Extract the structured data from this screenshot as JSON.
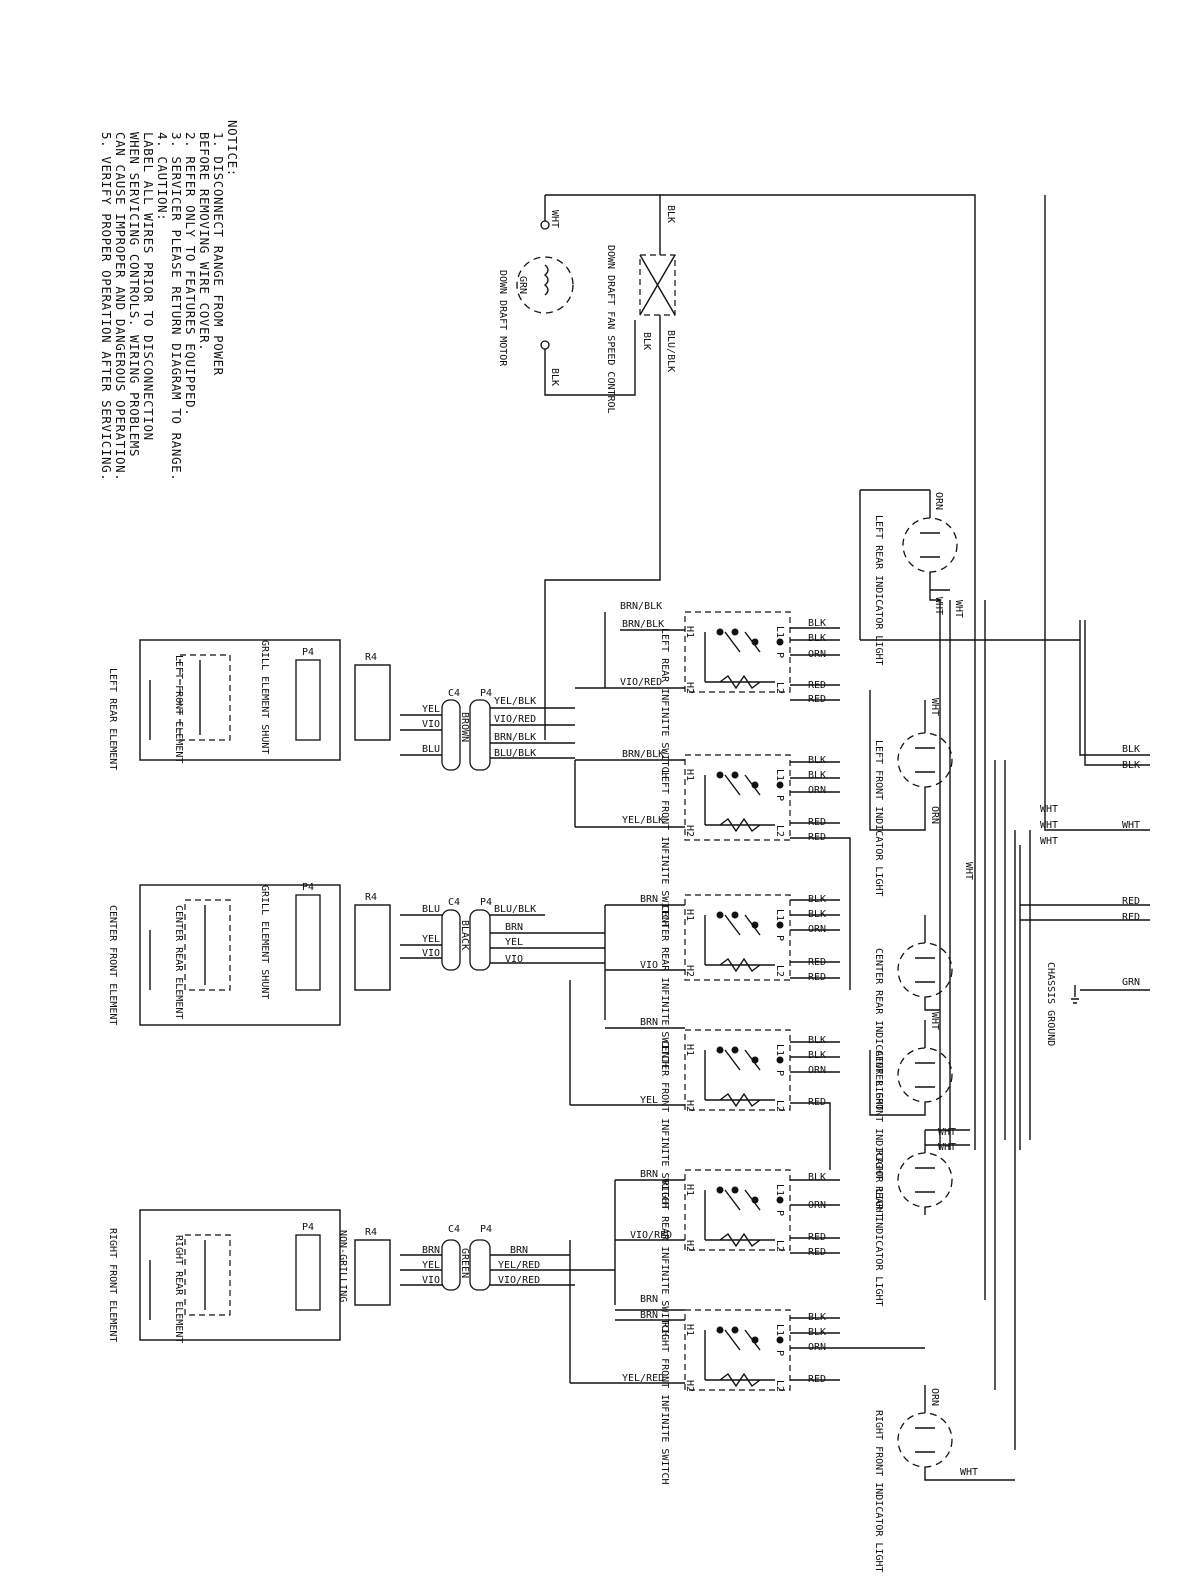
{
  "notice": {
    "title": "NOTICE:",
    "lines": [
      "1. DISCONNECT RANGE FROM POWER",
      "   BEFORE REMOVING WIRE COVER.",
      "2. REFER ONLY TO FEATURES EQUIPPED.",
      "3. SERVICER PLEASE RETURN DIAGRAM TO RANGE.",
      "4. CAUTION:",
      "   LABEL ALL WIRES PRIOR TO DISCONNECTION",
      "   WHEN SERVICING CONTROLS. WIRING PROBLEMS",
      "   CAN CAUSE IMPROPER AND DANGEROUS OPERATION.",
      "5. VERIFY PROPER OPERATION AFTER SERVICING."
    ]
  },
  "downdraft": {
    "motor_label": "DOWN DRAFT MOTOR",
    "control_label": "DOWN DRAFT FAN SPEED CONTROL",
    "wires": [
      "WHT",
      "GRN",
      "BLK",
      "BLK",
      "BLU/BLK",
      "BLK"
    ]
  },
  "supply": {
    "wires": [
      "BLK",
      "BLK",
      "WHT",
      "WHT",
      "WHT",
      "WHT",
      "RED",
      "RED",
      "GRN"
    ],
    "ground_label": "CHASSIS GROUND"
  },
  "switches": [
    {
      "id": "lr",
      "label": "LEFT REAR INFINITE SWITCH",
      "left_wires": [
        "BRN/BLK",
        "BRN/BLK",
        "VIO/RED"
      ],
      "right_wires": [
        "BLK",
        "BLK",
        "ORN",
        "RED",
        "RED"
      ]
    },
    {
      "id": "lf",
      "label": "LEFT FRONT INFINITE SWITCH",
      "left_wires": [
        "BRN/BLK",
        "YEL/BLK"
      ],
      "right_wires": [
        "BLK",
        "BLK",
        "ORN",
        "RED",
        "RED"
      ]
    },
    {
      "id": "cr",
      "label": "CENTER REAR INFINITE SWITCH",
      "left_wires": [
        "BRN",
        "VIO"
      ],
      "right_wires": [
        "BLK",
        "BLK",
        "ORN",
        "RED",
        "RED"
      ]
    },
    {
      "id": "cf",
      "label": "CENTER FRONT INFINITE SWITCH",
      "left_wires": [
        "BRN",
        "YEL"
      ],
      "right_wires": [
        "BLK",
        "BLK",
        "ORN",
        "RED"
      ]
    },
    {
      "id": "rr",
      "label": "RIGHT REAR INFINITE SWITCH",
      "left_wires": [
        "BRN",
        "VIO/RED"
      ],
      "right_wires": [
        "BLK",
        "ORN",
        "RED",
        "RED"
      ]
    },
    {
      "id": "rf",
      "label": "RIGHT FRONT INFINITE SWITCH",
      "left_wires": [
        "BRN",
        "BRN",
        "YEL/RED"
      ],
      "right_wires": [
        "BLK",
        "BLK",
        "ORN",
        "RED"
      ]
    }
  ],
  "terminals": {
    "h1": "H1",
    "h2": "H2",
    "l1": "L1",
    "l2": "L2",
    "p": "P"
  },
  "lights": [
    {
      "id": "lrl",
      "label": "LEFT REAR INDICATOR LIGHT",
      "wires": [
        "ORN",
        "WHT",
        "WHT"
      ]
    },
    {
      "id": "lfl",
      "label": "LEFT FRONT INDICATOR LIGHT",
      "wires": [
        "WHT",
        "ORN"
      ]
    },
    {
      "id": "crl",
      "label": "CENTER REAR INDICATOR LIGHT",
      "wires": [
        "WHT",
        "WHT"
      ]
    },
    {
      "id": "cfl",
      "label": "CENTER FRONT INDICATOR LIGHT",
      "wires": []
    },
    {
      "id": "rrl",
      "label": "RIGHT REAR INDICATOR LIGHT",
      "wires": [
        "WHT",
        "WHT"
      ]
    },
    {
      "id": "rfl",
      "label": "RIGHT FRONT INDICATOR LIGHT",
      "wires": [
        "ORN",
        "WHT"
      ]
    }
  ],
  "connectors": {
    "left": {
      "color": "BROWN",
      "p4_wires": [
        "YEL/BLK",
        "VIO/RED",
        "BRN/BLK",
        "BLU/BLK"
      ],
      "c4_wires": [
        "YEL",
        "VIO",
        "BLU"
      ]
    },
    "center": {
      "color": "BLACK",
      "p4_wires": [
        "BLU/BLK",
        "BRN",
        "YEL",
        "VIO"
      ],
      "c4_wires": [
        "BLU",
        "YEL",
        "VIO"
      ]
    },
    "right": {
      "color": "GREEN",
      "p4_wires": [
        "BRN",
        "YEL/RED",
        "VIO/RED"
      ],
      "c4_wires": [
        "BRN",
        "YEL",
        "VIO"
      ]
    }
  },
  "plugs": {
    "c4": "C4",
    "p4": "P4",
    "r4": "R4"
  },
  "elements": {
    "left": {
      "shunt": "GRILL ELEMENT SHUNT",
      "rear": "LEFT FRONT ELEMENT",
      "front": "LEFT REAR ELEMENT"
    },
    "center": {
      "shunt": "GRILL ELEMENT SHUNT",
      "rear": "CENTER REAR ELEMENT",
      "front": "CENTER FRONT ELEMENT"
    },
    "right": {
      "shunt": "NON-GRILLING",
      "rear": "RIGHT REAR ELEMENT",
      "front": "RIGHT FRONT ELEMENT"
    }
  }
}
